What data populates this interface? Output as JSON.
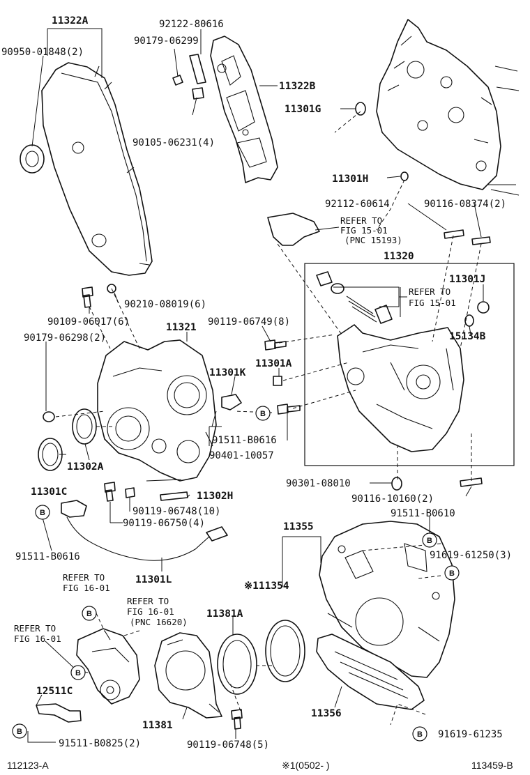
{
  "labels": {
    "l11322A": "11322A",
    "l90950": "90950-01848(2)",
    "l92122": "92122-80616",
    "l90179a": "90179-06299",
    "l11322B": "11322B",
    "l90105": "90105-06231(4)",
    "l11301G": "11301G",
    "l11301H": "11301H",
    "l92112": "92112-60614",
    "l90116a": "90116-08374(2)",
    "l11320": "11320",
    "l11301J": "11301J",
    "l15134B": "15134B",
    "l90210": "90210-08019(6)",
    "l90109": "90109-06017(6)",
    "l11321": "11321",
    "l90119a": "90119-06749(8)",
    "l90179b": "90179-06298(2)",
    "l11301K": "11301K",
    "l11301A": "11301A",
    "l11302A": "11302A",
    "l11301C": "11301C",
    "l91511a": "91511-B0616",
    "l90401": "90401-10057",
    "l90301": "90301-08010",
    "l90116b": "90116-10160(2)",
    "l11302H": "11302H",
    "l90119b": "90119-06748(10)",
    "l90119c": "90119-06750(4)",
    "l91511b": "91511-B0616",
    "l91511c": "91511-B0610",
    "l11355": "11355",
    "l91619a": "91619-61250(3)",
    "l11301L": "11301L",
    "l11354": "※111354",
    "l11381A": "11381A",
    "l12511C": "12511C",
    "l11381": "11381",
    "l90119d": "90119-06748(5)",
    "l11356": "11356",
    "l91619b": "91619-61235",
    "l91511d": "91511-B0825(2)"
  },
  "refer_notes": {
    "r1": [
      "REFER TO",
      "FIG 15-01",
      "(PNC 15193)"
    ],
    "r2": [
      "REFER TO",
      "FIG 15-01"
    ],
    "r3": [
      "REFER TO",
      "FIG 16-01"
    ],
    "r4": [
      "REFER TO",
      "FIG 16-01",
      "(PNC 16620)"
    ],
    "r5": [
      "REFER TO",
      "FIG 16-01"
    ]
  },
  "bubble_letter": "B",
  "footer": {
    "left_code": "112123-A",
    "note": "※1(0502-        )",
    "right_code": "113459-B"
  }
}
